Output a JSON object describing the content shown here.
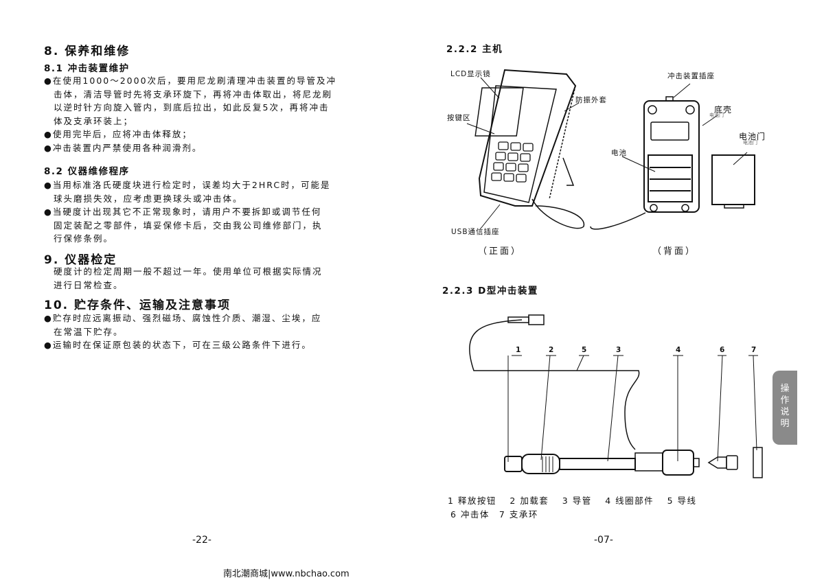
{
  "left_page": {
    "s8_title": "8. 保养和维修",
    "s81_title": "8.1 冲击装置维护",
    "s81_lines": [
      "●在使用1000～2000次后，要用尼龙刷清理冲击装置的导管及冲",
      "击体，清洁导管时先将支承环旋下，再将冲击体取出，将尼龙刷",
      "以逆时针方向旋入管内，到底后拉出，如此反复5次，再将冲击",
      "体及支承环装上；",
      "●使用完毕后，应将冲击体释放；",
      "●冲击装置内严禁使用各种润滑剂。"
    ],
    "s82_title": "8.2 仪器维修程序",
    "s82_lines": [
      "●当用标准洛氏硬度块进行检定时，误差均大于2HRC时，可能是",
      "球头磨损失效，应考虑更换球头或冲击体。",
      "●当硬度计出现其它不正常现象时，请用户不要拆卸或调节任何",
      "固定装配之零部件，填妥保修卡后，交由我公司维修部门，执",
      "行保修条例。"
    ],
    "s9_title": "9. 仪器检定",
    "s9_lines": [
      "硬度计的检定周期一般不超过一年。使用单位可根据实际情况",
      "进行日常检查。"
    ],
    "s10_title": "10. 贮存条件、运输及注意事项",
    "s10_lines": [
      "●贮存时应远离振动、强烈磁场、腐蚀性介质、潮湿、尘埃，应",
      "在常温下贮存。",
      "●运输时在保证原包装的状态下，可在三级公路条件下进行。"
    ],
    "page_number": "-22-"
  },
  "right_page": {
    "s222_title": "2.2.2 主机",
    "front_labels": {
      "lcd": "LCD显示镜",
      "keys": "按键区",
      "usb": "USB通信插座",
      "shock": "防振外套"
    },
    "back_labels": {
      "socket": "冲击装置插座",
      "shell": "底壳",
      "shell_sub": "电池门",
      "battery": "电池",
      "door": "电池门",
      "door_sub": "电池门"
    },
    "front_caption": "（正面）",
    "back_caption": "（背面）",
    "s223_title": "2.2.3 D型冲击装置",
    "part_numbers": [
      "1",
      "2",
      "5",
      "3",
      "4",
      "6",
      "7"
    ],
    "legend_line1": "1 释放按钮　 2 加载套　 3 导管　 4 线圈部件　 5 导线",
    "legend_line2": "6 冲击体　7 支承环",
    "page_number": "-07-"
  },
  "side_tab": [
    "操",
    "作",
    "说",
    "明"
  ],
  "footer": "南北潮商城|www.nbchao.com"
}
